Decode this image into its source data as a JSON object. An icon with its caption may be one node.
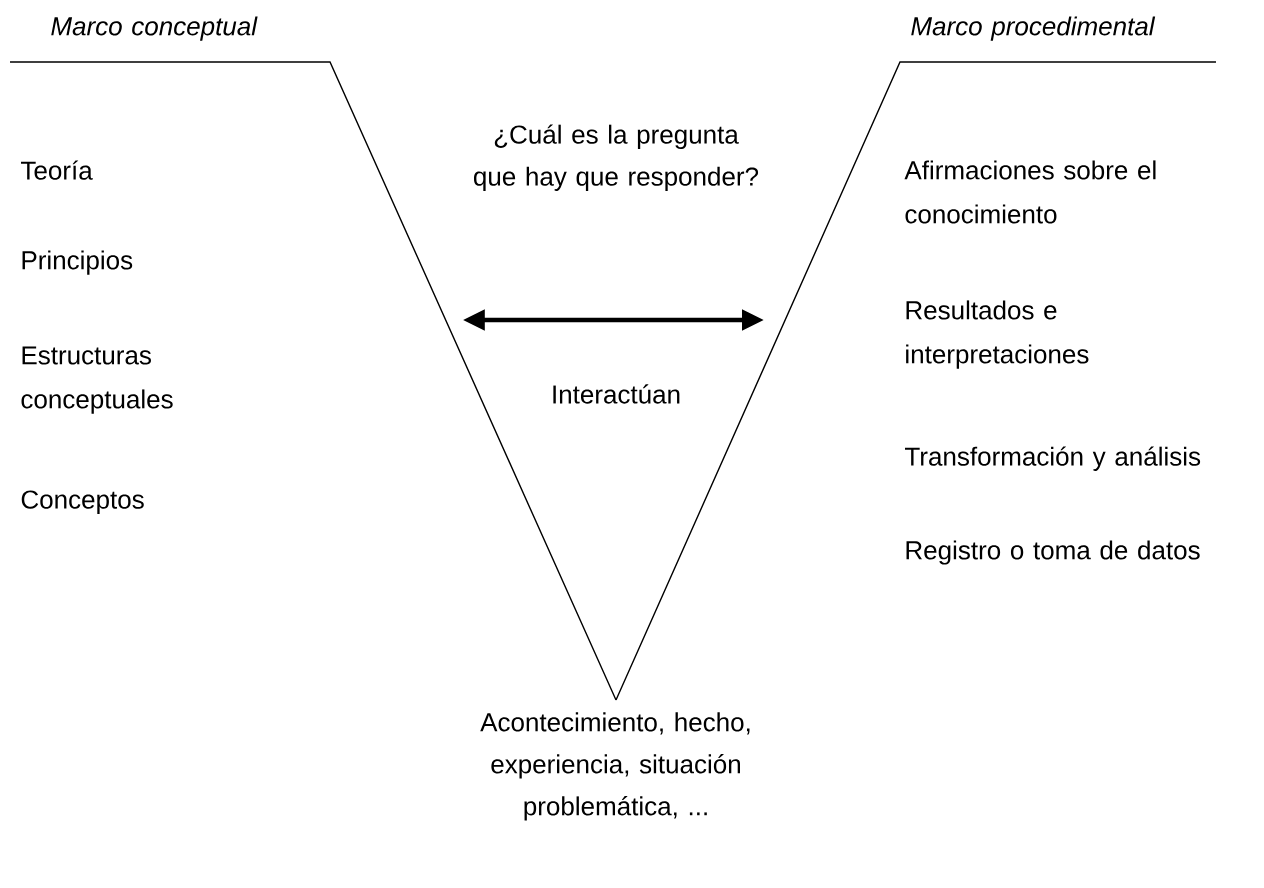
{
  "diagram": {
    "nodes": [
      {
        "text": [
          "Marco conceptual",
          "Teoría",
          "Principios",
          "Estructuras conceptuales",
          "Conceptos"
        ]
      },
      {
        "text": [
          "Marco procedimental",
          "Afirmaciones sobre el conocimiento",
          "Resultados e interpretaciones",
          "Transformación y análisis",
          "Registro o toma de datos"
        ]
      }
    ],
    "edges": [
      {
        "from": 0,
        "to": 1,
        "arrow": "both",
        "label": "Interactúan"
      }
    ],
    "labels": [
      "¿Cuál es la pregunta que hay que responder?",
      "Acontecimiento, hecho, experiencia, situación problemática, ..."
    ]
  }
}
